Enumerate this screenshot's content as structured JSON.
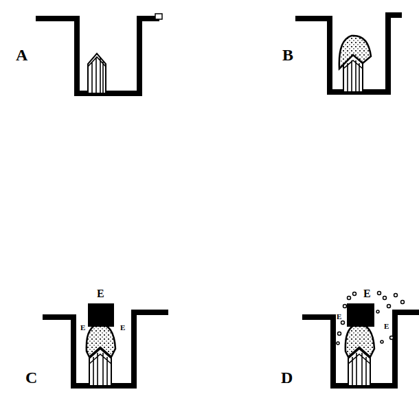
{
  "diagram": {
    "labels": [
      "A",
      "B",
      "C",
      "D",
      "E",
      "E",
      "E",
      "E",
      "E",
      "E"
    ]
  }
}
